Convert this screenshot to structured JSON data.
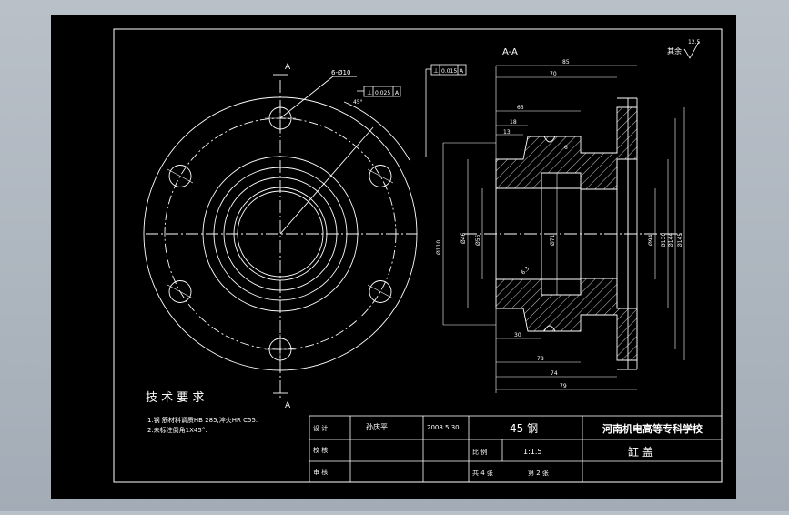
{
  "section_label": "A-A",
  "cut_label_top": "A",
  "cut_label_bottom": "A",
  "roughness_other_label": "其余",
  "roughness_value": "12.5",
  "holes_callout": "6-Ø10",
  "perp_tol": {
    "symbol": "⊥",
    "value": "0.015",
    "datum": "A"
  },
  "pos_tol": {
    "symbol": "⊥",
    "value": "0.025",
    "datum": "A"
  },
  "dims_top": [
    "85",
    "70",
    "65",
    "18",
    "13"
  ],
  "dims_bottom": [
    "30",
    "78",
    "74",
    "79"
  ],
  "dims_side": [
    "Ø110",
    "Ø46",
    "Ø56",
    "Ø71",
    "Ø94",
    "Ø130",
    "Ø144",
    "Ø145"
  ],
  "small_labels": {
    "slope": "45°",
    "angle": "45°",
    "chamfer": "6",
    "rough_local": "6.3"
  },
  "tech_req": {
    "title": "技 术 要 求",
    "items": [
      "1.钢 筋材料调质HB 285,淬火HR C55.",
      "2.未标注倒角1X45°."
    ]
  },
  "title_block": {
    "design_label": "设   计",
    "designer": "孙庆平",
    "date": "2008.5.30",
    "check_label": "校   核",
    "review_label": "审   核",
    "material": "45 钢",
    "school": "河南机电高等专科学校",
    "scale_label": "比   例",
    "scale_value": "1:1.5",
    "sheets": "共  4  张",
    "sheet_no": "第  2  张",
    "part_name": "缸   盖"
  }
}
